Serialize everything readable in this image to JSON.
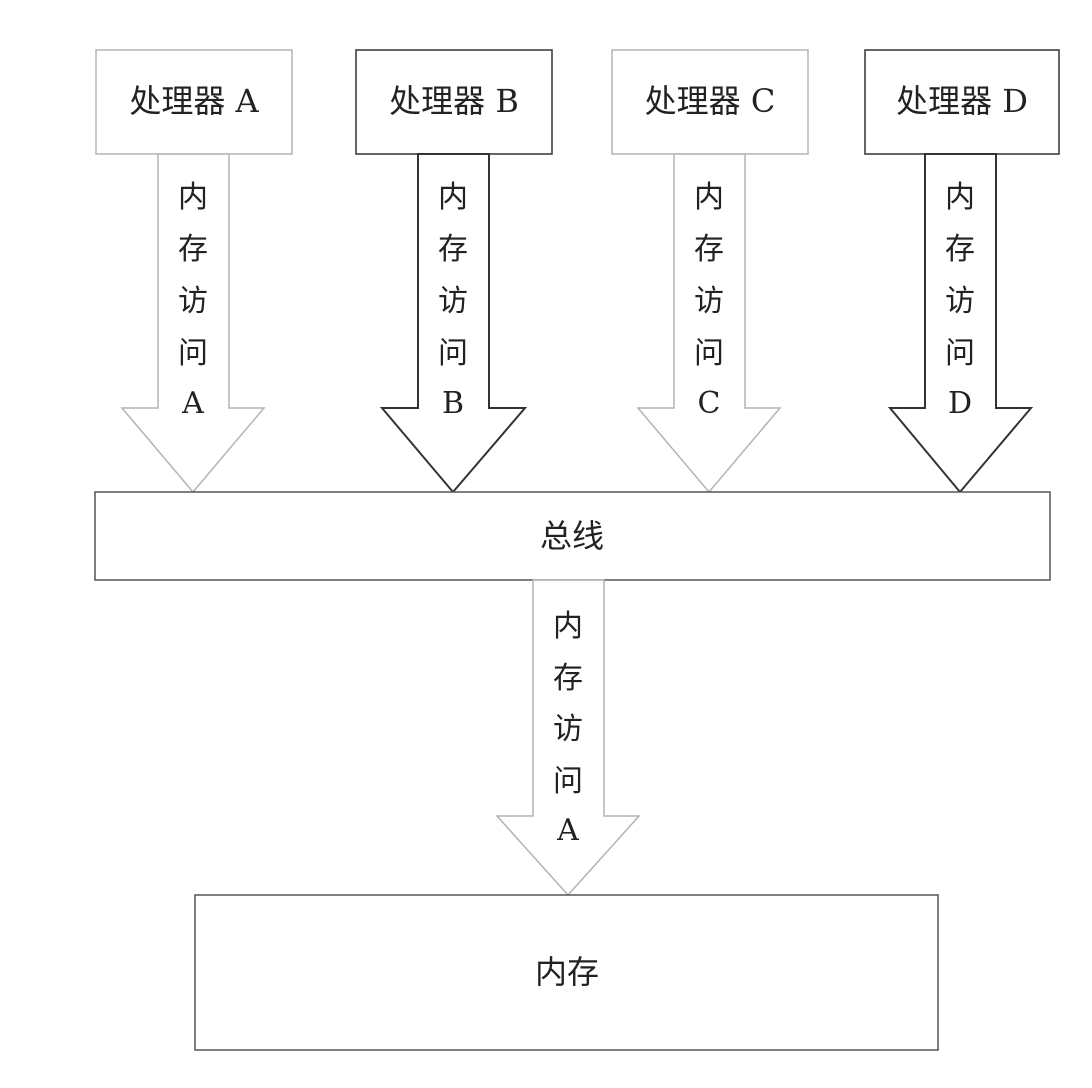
{
  "processors": [
    {
      "label": "处理器 A",
      "arrow_text": [
        "内",
        "存",
        "访",
        "问",
        "A"
      ],
      "style": "light"
    },
    {
      "label": "处理器 B",
      "arrow_text": [
        "内",
        "存",
        "访",
        "问",
        "B"
      ],
      "style": "dark"
    },
    {
      "label": "处理器 C",
      "arrow_text": [
        "内",
        "存",
        "访",
        "问",
        "C"
      ],
      "style": "light"
    },
    {
      "label": "处理器 D",
      "arrow_text": [
        "内",
        "存",
        "访",
        "问",
        "D"
      ],
      "style": "dark"
    }
  ],
  "bus": {
    "label": "总线"
  },
  "bus_arrow": {
    "arrow_text": [
      "内",
      "存",
      "访",
      "问",
      "A"
    ],
    "style": "light"
  },
  "memory": {
    "label": "内存"
  },
  "colors": {
    "light_stroke": "#b3b3b3",
    "dark_stroke": "#333333",
    "box_stroke": "#555555"
  }
}
